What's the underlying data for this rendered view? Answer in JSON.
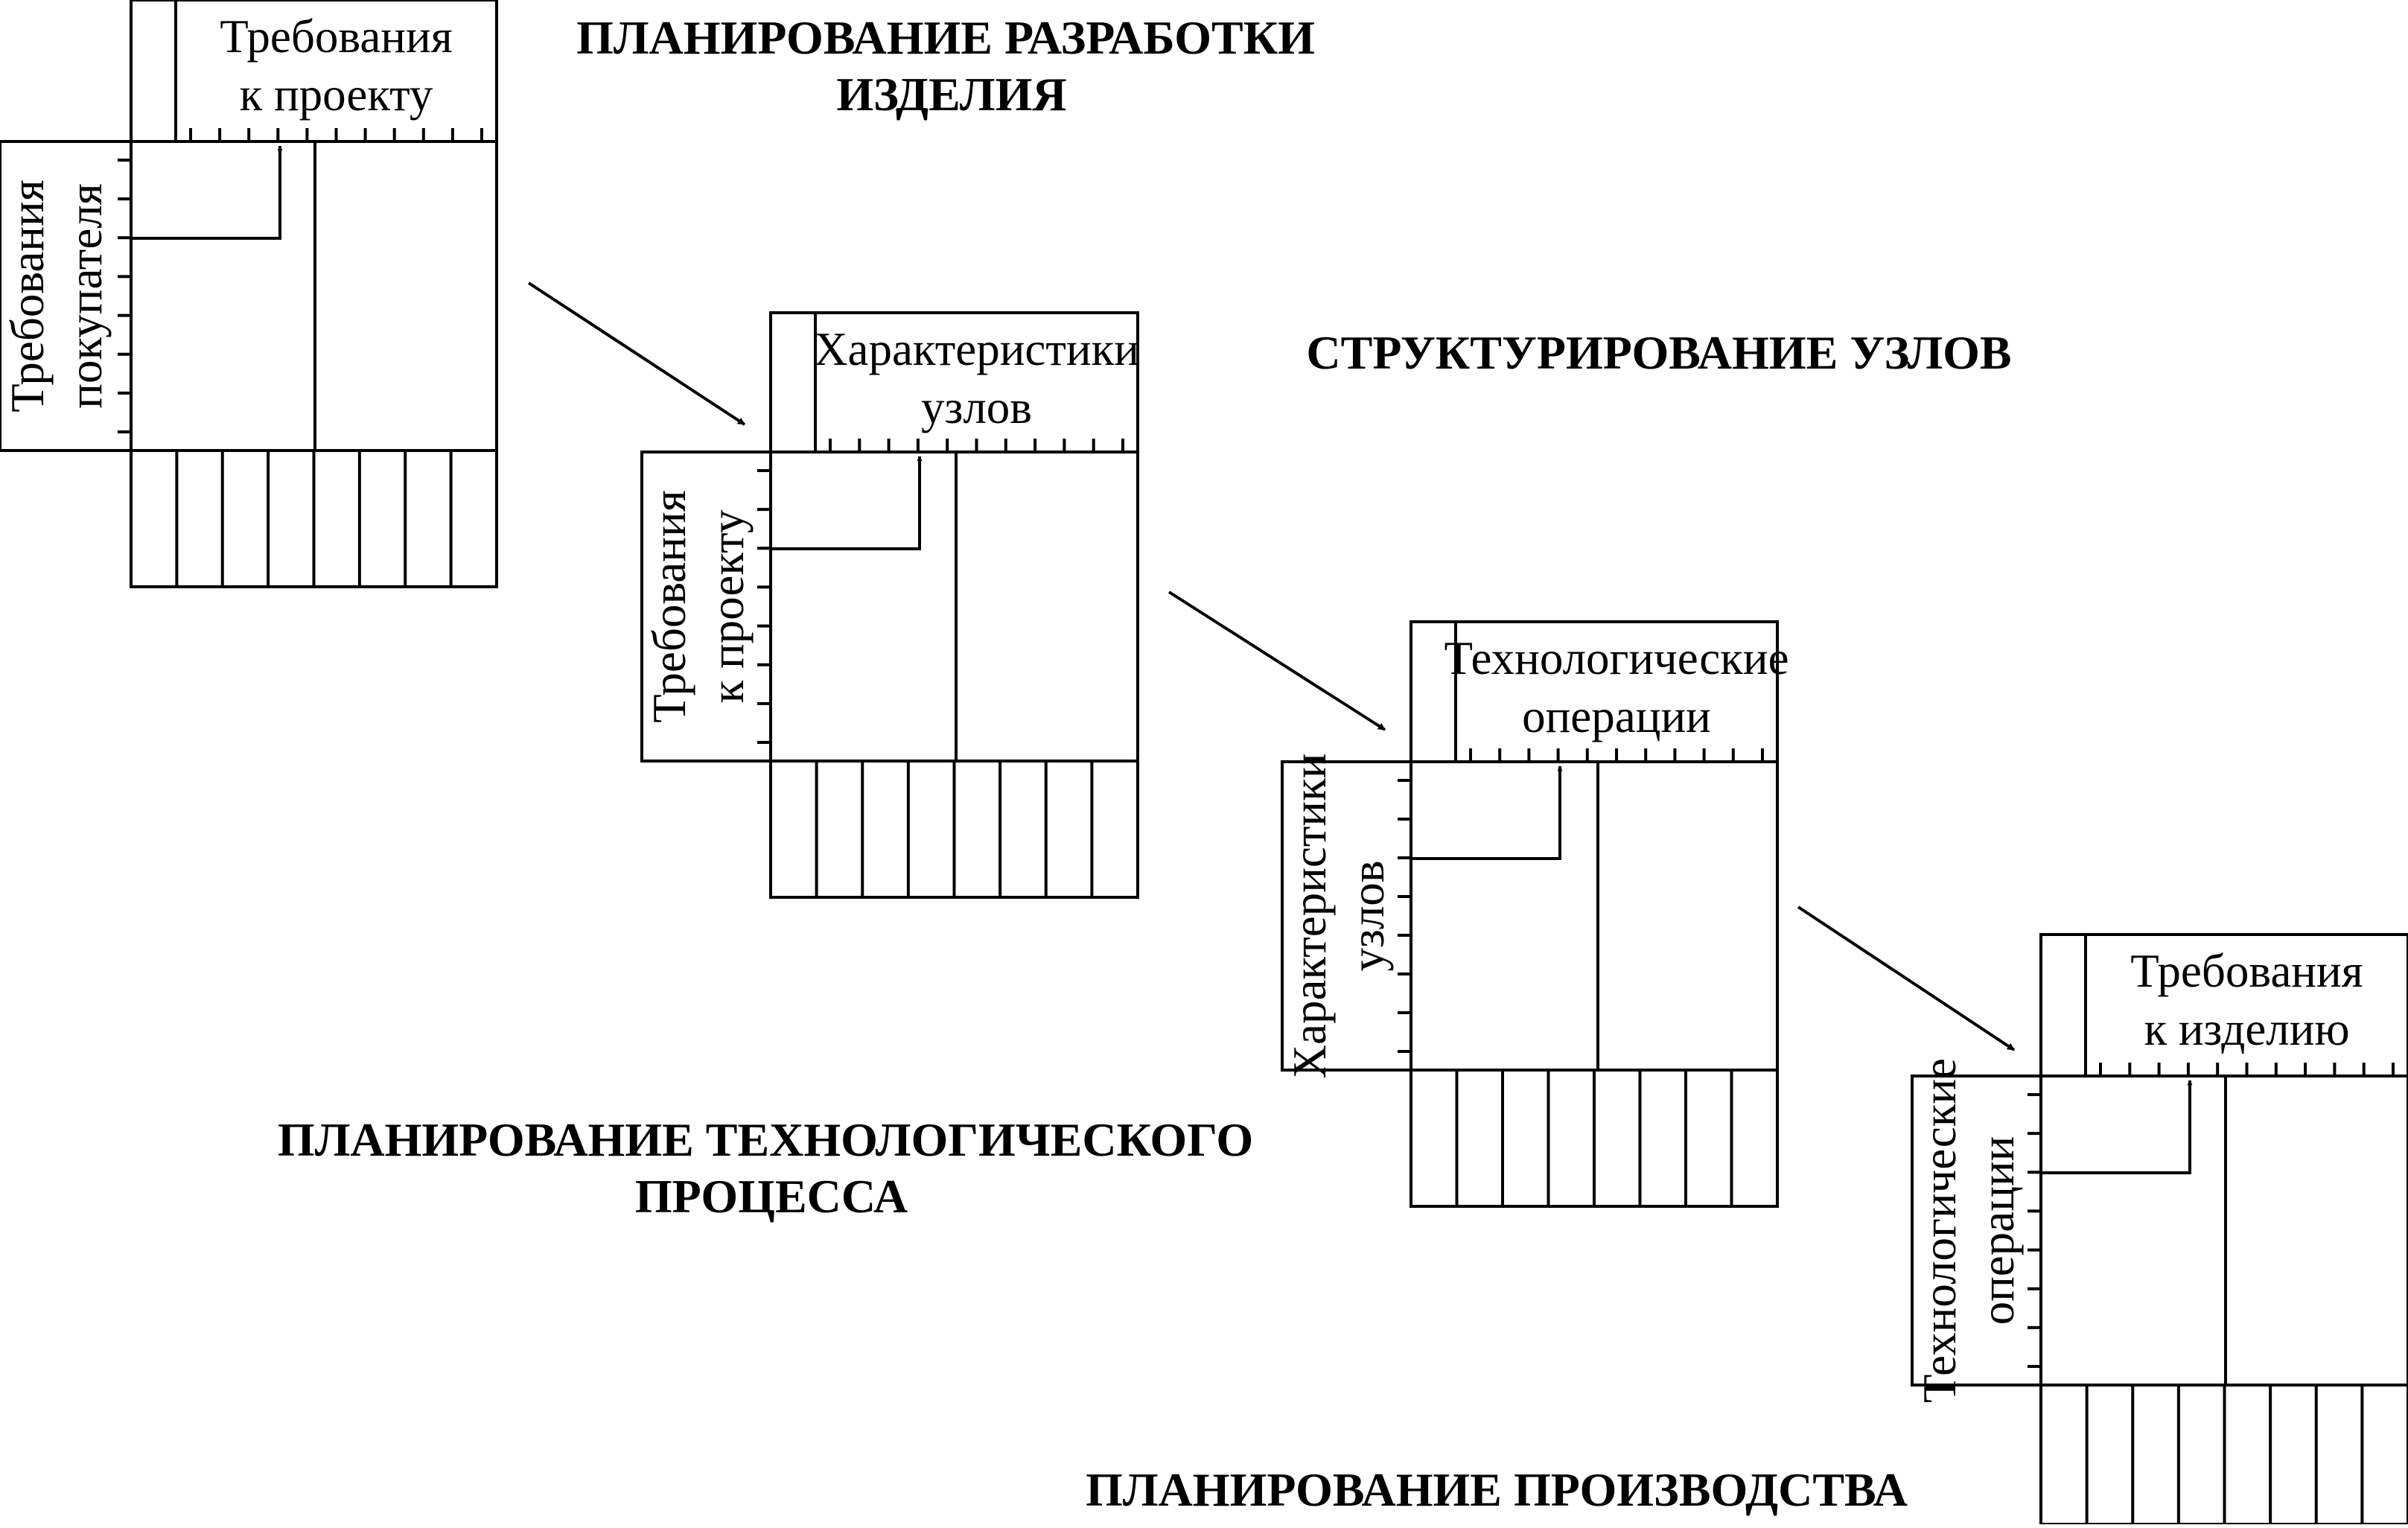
{
  "stages": [
    {
      "title_lines": [
        "ПЛАНИРОВАНИЕ РАЗРАБОТКИ",
        "ИЗДЕЛИЯ"
      ],
      "top_label_lines": [
        "Требования",
        "к проекту"
      ],
      "left_label_lines": [
        "Требования",
        "покупателя"
      ]
    },
    {
      "title_lines": [
        "СТРУКТУРИРОВАНИЕ УЗЛОВ"
      ],
      "top_label_lines": [
        "Характеристики",
        "узлов"
      ],
      "left_label_lines": [
        "Требования",
        "к проекту"
      ]
    },
    {
      "title_lines": [
        "ПЛАНИРОВАНИЕ ТЕХНОЛОГИЧЕСКОГО",
        "ПРОЦЕССА"
      ],
      "top_label_lines": [
        "Технологические",
        "операции"
      ],
      "left_label_lines": [
        "Характеристики",
        "узлов"
      ]
    },
    {
      "title_lines": [
        "ПЛАНИРОВАНИЕ ПРОИЗВОДСТВА"
      ],
      "top_label_lines": [
        "Требования",
        "к изделию"
      ],
      "left_label_lines": [
        "Технологические",
        "операции"
      ]
    }
  ]
}
